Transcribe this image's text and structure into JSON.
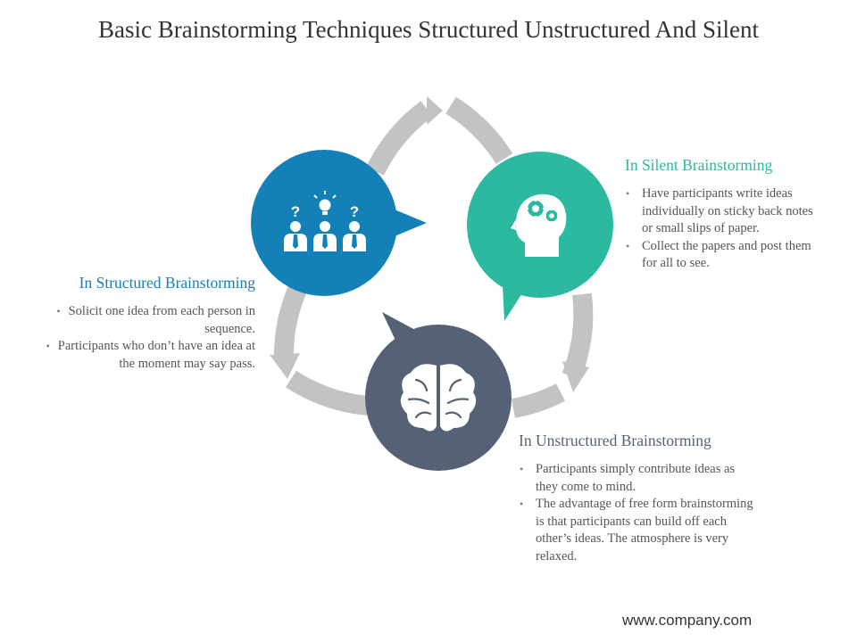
{
  "title": "Basic Brainstorming Techniques Structured Unstructured And Silent",
  "colors": {
    "structured": "#1381B8",
    "silent": "#2BB9A0",
    "unstructured": "#556276",
    "arrows": "#C3C3C3"
  },
  "sections": {
    "structured": {
      "heading": "In Structured Brainstorming",
      "bullets": [
        "Solicit one idea from each person in sequence.",
        "Participants who don’t have an idea at the moment may say pass."
      ]
    },
    "silent": {
      "heading": "In Silent Brainstorming",
      "bullets": [
        "Have participants write ideas individually on sticky back notes or small slips of paper.",
        "Collect the papers and post them for all to see."
      ]
    },
    "unstructured": {
      "heading": "In Unstructured Brainstorming",
      "bullets": [
        "Participants simply contribute ideas as they come to mind.",
        "The advantage of free form brainstorming is that participants can build off each other’s ideas. The atmosphere is very relaxed."
      ]
    }
  },
  "icons": {
    "structured": "people-with-idea-icon",
    "silent": "head-with-gears-icon",
    "unstructured": "brain-icon"
  },
  "figure_labels": {
    "question_mark": "?"
  },
  "footer": "www.company.com"
}
